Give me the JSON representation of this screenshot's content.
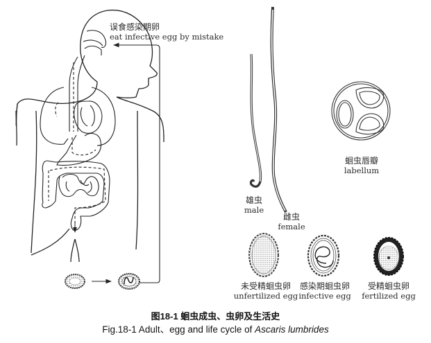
{
  "figure": {
    "caption_zh": "图18-1   蛔虫成虫、虫卵及生活史",
    "caption_en_prefix": "Fig.18-1   Adult、egg and life cycle of ",
    "caption_en_species": "Ascaris lumbrides"
  },
  "life_cycle": {
    "ingest_label_zh": "误食感染期卵",
    "ingest_label_en": "eat infective egg by mistake"
  },
  "adults": {
    "male_zh": "雄虫",
    "male_en": "male",
    "female_zh": "雌虫",
    "female_en": "female"
  },
  "labellum": {
    "zh": "蛔虫唇瓣",
    "en": "labellum"
  },
  "eggs": [
    {
      "zh": "未受精蛔虫卵",
      "en": "unfertilized egg"
    },
    {
      "zh": "感染期蛔虫卵",
      "en": "infective egg"
    },
    {
      "zh": "受精蛔虫卵",
      "en": "fertilized egg"
    }
  ]
}
